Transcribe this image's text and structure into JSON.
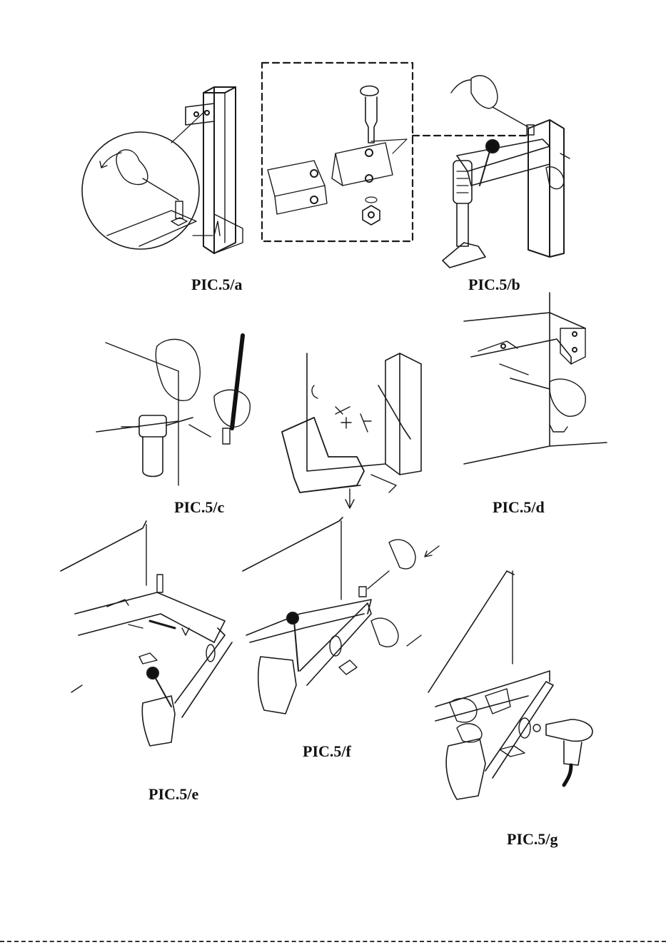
{
  "captions": {
    "a": "PIC.5/a",
    "b": "PIC.5/b",
    "c": "PIC.5/c",
    "d": "PIC.5/d",
    "e": "PIC.5/e",
    "f": "PIC.5/f",
    "g": "PIC.5/g"
  },
  "colors": {
    "line": "#1a1a1a",
    "fill": "#ffffff",
    "knob": "#111111"
  }
}
